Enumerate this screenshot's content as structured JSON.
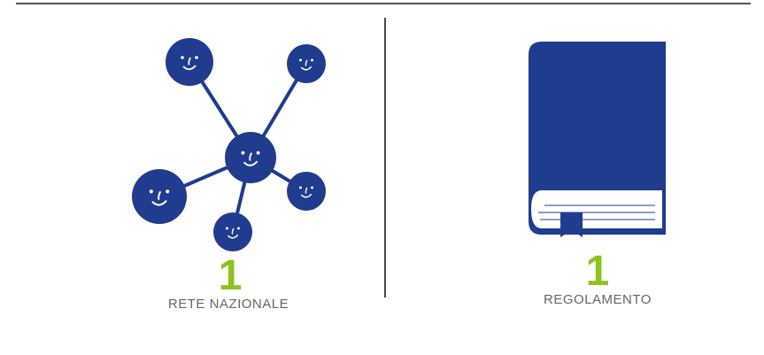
{
  "colors": {
    "brand_blue": "#1f3c8f",
    "accent_green": "#8dc21f"
  },
  "stats": [
    {
      "icon": "network-icon",
      "value": "1",
      "label": "RETE NAZIONALE"
    },
    {
      "icon": "book-icon",
      "value": "1",
      "label": "REGOLAMENTO"
    }
  ]
}
